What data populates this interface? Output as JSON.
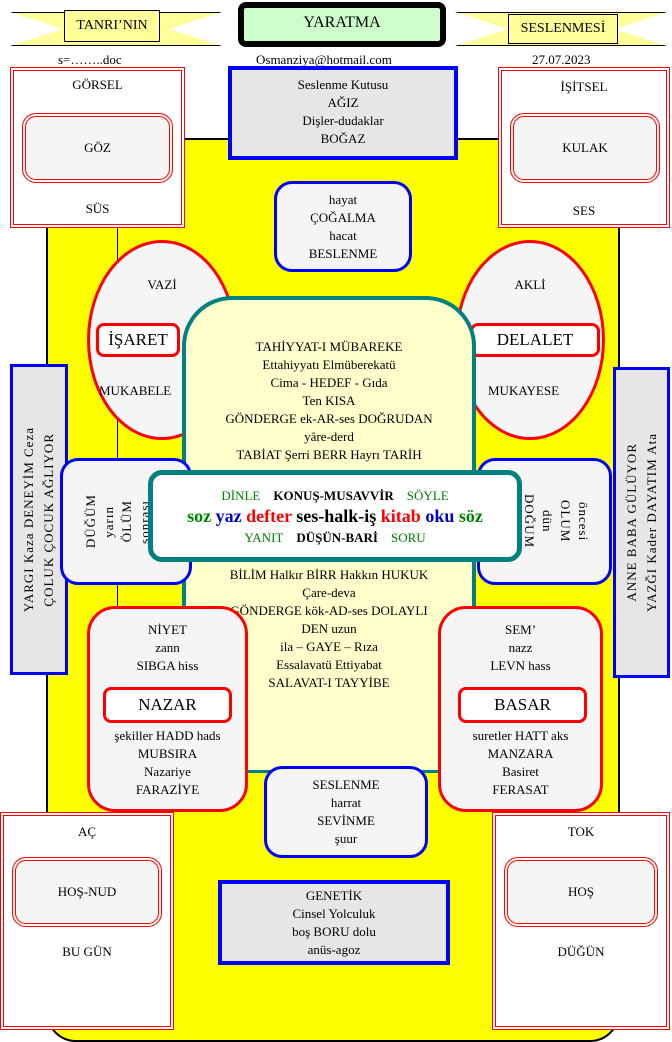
{
  "header": {
    "left_banner": "TANRI’NIN",
    "title": "YARATMA",
    "right_banner": "SESLENMESİ",
    "file": "s=……..doc",
    "email": "Osmanziya@hotmail.com",
    "date": "27.07.2023"
  },
  "gorsel": {
    "top": "GÖRSEL",
    "inner": "GÖZ",
    "bottom": "SÜS"
  },
  "isitsel": {
    "top": "İŞİTSEL",
    "inner": "KULAK",
    "bottom": "SES"
  },
  "kutusu": [
    "Seslenme Kutusu",
    "AĞIZ",
    "Dişler-dudaklar",
    "BOĞAZ"
  ],
  "hayat": [
    "hayat",
    "ÇOĞALMA",
    "hacat",
    "BESLENME"
  ],
  "vazi": {
    "top": "VAZİ",
    "label": "İŞARET",
    "bottom": "MUKABELE"
  },
  "akli": {
    "top": "AKLİ",
    "label": "DELALET",
    "bottom": "MUKAYESE"
  },
  "center_top": [
    "TAHİYYAT-I MÜBAREKE",
    "Ettahiyyatı Elmüberekatü",
    "Cima - HEDEF - Gıda",
    "Ten KISA",
    "GÖNDERGE ek-AR-ses DOĞRUDAN",
    "yâre-derd",
    "TABİAT Şerri BERR Hayrı TARİH"
  ],
  "center_bottom": [
    "BİLİM Halkır  BİRR Hakkın HUKUK",
    "Çare-deva",
    "GÖNDERGE kök-AD-ses DOLAYLI",
    "DEN uzun",
    "ila – GAYE – Rıza",
    "Essalavatü Ettiyabat",
    "SALAVAT-I TAYYİBE"
  ],
  "core": {
    "row1": [
      "DİNLE",
      "KONUŞ-MUSAVVİR",
      "SÖYLE"
    ],
    "row2": [
      "soz",
      "yaz",
      "defter",
      "ses-halk-iş",
      "kitab",
      "oku",
      "söz"
    ],
    "row3": [
      "YANIT",
      "DÜŞÜN-BARİ",
      "SORU"
    ]
  },
  "left_side": [
    "ÇOLUK ÇOCUK AĞLIYOR",
    "YARGI  Kaza DENEYİM  Ceza"
  ],
  "right_side": [
    "YAZĞI  Kader  DAYATIM  Ata",
    "ANNE BABA GÜLÜYOR"
  ],
  "left_round": [
    "sonrası",
    "ÖLÜM",
    "yarın",
    "DÜĞÜM"
  ],
  "right_round": [
    "DOĞUM",
    "dün",
    "OLUM",
    "öncesi"
  ],
  "niyet": {
    "top": [
      "NİYET",
      "zann",
      "SIBGA hiss"
    ],
    "label": "NAZAR",
    "bottom": [
      "şekiller HADD hads",
      "MUBSIRA",
      "Nazariye",
      "FARAZİYE"
    ]
  },
  "sem": {
    "top": [
      "SEM’",
      "nazz",
      "LEVN hass"
    ],
    "label": "BASAR",
    "bottom": [
      "suretler HATT aks",
      "MANZARA",
      "Basiret",
      "FERASAT"
    ]
  },
  "seslenme": [
    "SESLENME",
    "harrat",
    "SEVİNME",
    "şuur"
  ],
  "ac": {
    "top": "AÇ",
    "inner": "HOŞ-NUD",
    "bottom": "BU GÜN"
  },
  "tok": {
    "top": "TOK",
    "inner": "HOŞ",
    "bottom": "DÜĞÜN"
  },
  "genetik": [
    "GENETİK",
    "Cinsel Yolculuk",
    "boş BORU dolu",
    "anüs-agoz"
  ],
  "colors": {
    "yellow": "#ffff00",
    "red": "#ff0000",
    "blue": "#0000ff",
    "teal": "#008080",
    "green": "#008000",
    "navy": "#0000cc"
  }
}
